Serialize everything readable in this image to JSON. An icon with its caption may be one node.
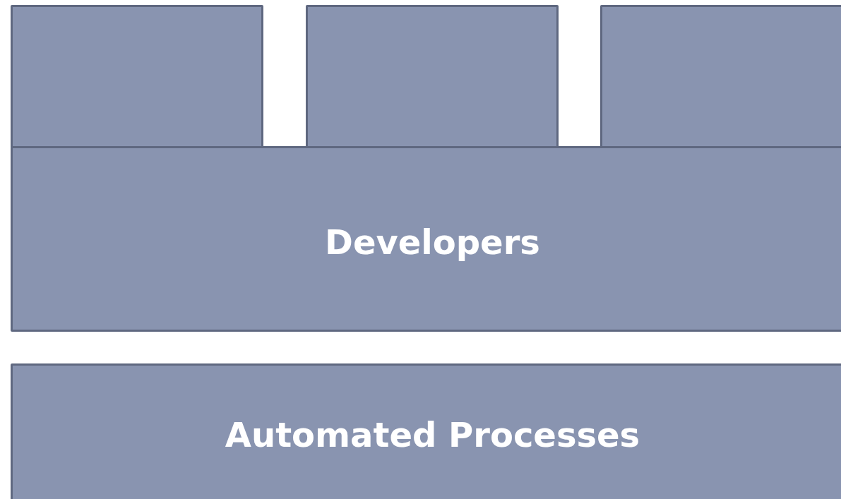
{
  "diagram": {
    "nodes": [
      {
        "text": [],
        "shape": "box"
      },
      {
        "text": [],
        "shape": "box"
      },
      {
        "text": [],
        "shape": "box"
      },
      {
        "text": [
          "Developers"
        ]
      },
      {
        "text": [
          "Automated Processes"
        ]
      }
    ]
  }
}
